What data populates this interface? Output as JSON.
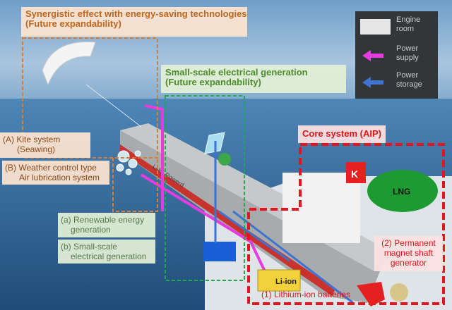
{
  "titles": {
    "synergy": [
      "Synergistic effect with energy-saving technologies",
      "(Future expandability)"
    ],
    "small_scale": [
      "Small-scale electrical generation",
      "(Future expandability)"
    ],
    "core": "Core system (AIP)"
  },
  "labels": {
    "kite": [
      "(A) Kite system",
      "(Seawing)"
    ],
    "air_lub": [
      "(B) Weather control type",
      "Air lubrication system"
    ],
    "renewable": [
      "(a) Renewable energy",
      "generation"
    ],
    "small_gen": [
      "(b) Small-scale",
      "electrical generation"
    ],
    "pmsg": [
      "(2) Permanent",
      "magnet shaft",
      "generator"
    ],
    "batteries": "(1) Lithium-ion batteries"
  },
  "legend": {
    "engine_room": [
      "Engine",
      "room"
    ],
    "power_supply": [
      "Power",
      "supply"
    ],
    "power_storage": [
      "Power",
      "storage"
    ]
  },
  "ship_text": {
    "hull": "LNG Powerd",
    "tank": "LNG",
    "funnel": "K",
    "battery": "Li-ion"
  },
  "colors": {
    "orange": "#e07b2a",
    "green": "#1faa4a",
    "red": "#e8141b",
    "power_supply": "#e43ce0",
    "power_storage": "#3f73d0"
  }
}
